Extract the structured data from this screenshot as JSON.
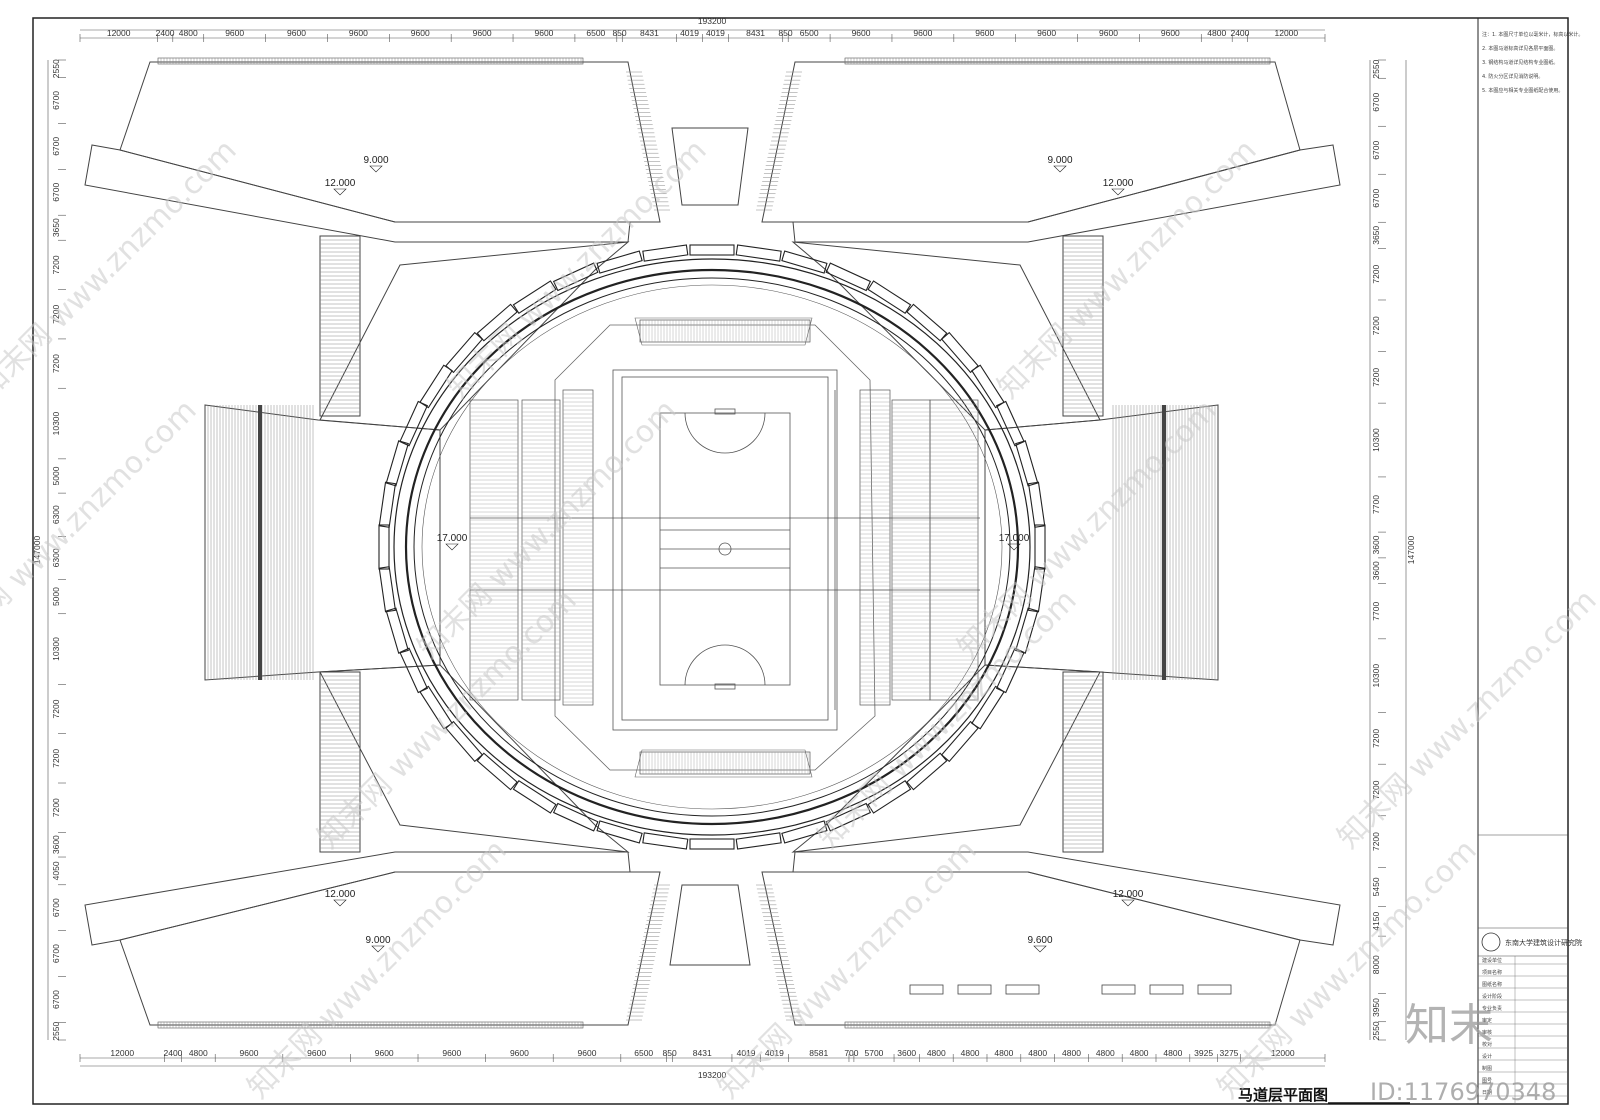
{
  "drawing": {
    "title": "马道层平面图",
    "overall_width": "193200",
    "overall_height": "147000",
    "top_dims": [
      "12000",
      "2400",
      "4800",
      "9600",
      "9600",
      "9600",
      "9600",
      "9600",
      "9600",
      "6500",
      "850",
      "8431",
      "4019",
      "4019",
      "8431",
      "850",
      "6500",
      "9600",
      "9600",
      "9600",
      "9600",
      "9600",
      "9600",
      "4800",
      "2400",
      "12000"
    ],
    "bottom_dims": [
      "12000",
      "2400",
      "4800",
      "9600",
      "9600",
      "9600",
      "9600",
      "9600",
      "9600",
      "6500",
      "850",
      "8431",
      "4019",
      "4019",
      "8581",
      "700",
      "5700",
      "3600",
      "4800",
      "4800",
      "4800",
      "4800",
      "4800",
      "4800",
      "4800",
      "4800",
      "3925",
      "3275",
      "12000"
    ],
    "left_dims": [
      "2550",
      "6700",
      "6700",
      "6700",
      "3650",
      "7200",
      "7200",
      "7200",
      "10300",
      "5000",
      "6300",
      "6300",
      "5000",
      "10300",
      "7200",
      "7200",
      "7200",
      "3600",
      "4050",
      "6700",
      "6700",
      "6700",
      "2550"
    ],
    "right_dims": [
      "2550",
      "6700",
      "6700",
      "6700",
      "3650",
      "7200",
      "7200",
      "7200",
      "10300",
      "7700",
      "3600",
      "3600",
      "7700",
      "10300",
      "7200",
      "7200",
      "7200",
      "5450",
      "4150",
      "8000",
      "3950",
      "2550"
    ]
  },
  "elevations": {
    "tl_inner": "9.000",
    "tl_outer": "12.000",
    "tr_inner": "9.000",
    "tr_outer": "12.000",
    "bl_outer": "12.000",
    "bl_inner": "9.000",
    "br_outer": "12.000",
    "br_inner": "9.600",
    "arena_left": "17.000",
    "arena_right": "17.000"
  },
  "title_block": {
    "institute": "东南大学建筑设计研究院",
    "notes": [
      "注：1. 本图尺寸单位以毫米计，标高以米计。",
      "2. 本图马道标高详见各层平面图。",
      "3. 钢结构马道详见结构专业图纸。",
      "4. 防火分区详见消防说明。",
      "5. 本图应与相关专业图纸配合使用。"
    ],
    "fields": [
      "建设单位",
      "项目名称",
      "图纸名称",
      "设计阶段",
      "专业负责",
      "审定",
      "审核",
      "校对",
      "设计",
      "制图",
      "图号",
      "日期"
    ]
  },
  "watermark": {
    "site": "www.znzmo.com",
    "brand": "知末网",
    "logo": "知末",
    "id_text": "ID:1176970348"
  }
}
